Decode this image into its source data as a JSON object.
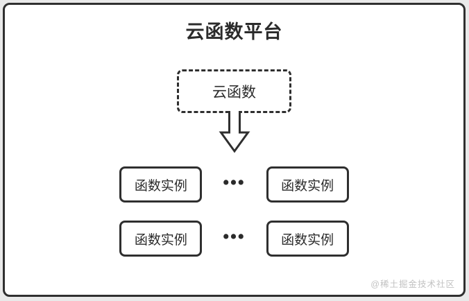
{
  "diagram": {
    "title": "云函数平台",
    "cloud_function": {
      "label": "云函数"
    },
    "arrow_icon": "down-arrow",
    "rows": [
      {
        "left": "函数实例",
        "dots": "•••",
        "right": "函数实例"
      },
      {
        "left": "函数实例",
        "dots": "•••",
        "right": "函数实例"
      }
    ],
    "watermark": "@稀土掘金技术社区",
    "colors": {
      "border": "#2f2f2f",
      "text": "#2b2b2b",
      "frame_background": "#ffffff",
      "page_background": "#e9e9e9",
      "watermark": "#c2c2c2"
    }
  }
}
